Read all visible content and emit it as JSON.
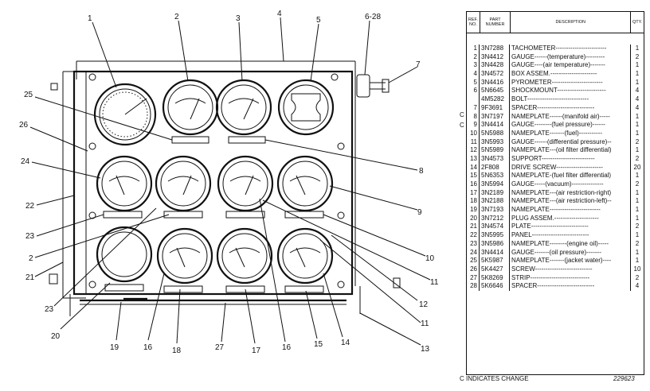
{
  "callouts": {
    "n1": "1",
    "n2": "2",
    "n3": "3",
    "n4": "4",
    "n5": "5",
    "n6_28": "6-28",
    "n7": "7",
    "n8": "8",
    "n9": "9",
    "n10": "10",
    "n11a": "11",
    "n11b": "11",
    "n12": "12",
    "n13": "13",
    "n14": "14",
    "n15": "15",
    "n16a": "16",
    "n16b": "16",
    "n17": "17",
    "n18": "18",
    "n19": "19",
    "n20": "20",
    "n21": "21",
    "n22": "22",
    "n23a": "23",
    "n23b": "23",
    "n24": "24",
    "n25": "25",
    "n26": "26",
    "n27": "27",
    "n2b": "2"
  },
  "parts_table": {
    "headers": {
      "ref": "REF. NO.",
      "part": "PART NUMBER",
      "desc": "DESCRIPTION",
      "qty": "QTY."
    },
    "rows": [
      {
        "ref": "1",
        "pn": "3N7288",
        "desc": "TACHOMETER------------------------",
        "qty": "1"
      },
      {
        "ref": "2",
        "pn": "3N4412",
        "desc": "GAUGE------(temperature)---------",
        "qty": "2"
      },
      {
        "ref": "3",
        "pn": "3N4428",
        "desc": "GAUGE----(air temperature)-------",
        "qty": "1"
      },
      {
        "ref": "4",
        "pn": "3N4572",
        "desc": "BOX ASSEM.----------------------",
        "qty": "1"
      },
      {
        "ref": "5",
        "pn": "3N4416",
        "desc": "PYROMETER------------------------",
        "qty": "1"
      },
      {
        "ref": "6",
        "pn": "5N6645",
        "desc": "SHOCKMOUNT-----------------------",
        "qty": "4"
      },
      {
        "ref": "",
        "pn": "4M5282",
        "desc": "BOLT-----------------------------",
        "qty": "4"
      },
      {
        "ref": "7",
        "pn": "9F3691",
        "desc": "SPACER---------------------------",
        "qty": "4"
      },
      {
        "ref": "8",
        "pn": "3N7197",
        "desc": "NAMEPLATE------(manifold air)-----",
        "qty": "1"
      },
      {
        "ref": "9",
        "pn": "3N4414",
        "desc": "GAUGE--------(fuel pressure)------",
        "qty": "1"
      },
      {
        "ref": "10",
        "pn": "5N5988",
        "desc": "NAMEPLATE-------(fuel)-----------",
        "qty": "1"
      },
      {
        "ref": "11",
        "pn": "3N5993",
        "desc": "GAUGE------(differential pressure)--",
        "qty": "2"
      },
      {
        "ref": "12",
        "pn": "5N5989",
        "desc": "NAMEPLATE---(oil filter differential)",
        "qty": "1"
      },
      {
        "ref": "13",
        "pn": "3N4573",
        "desc": "SUPPORT-------------------------",
        "qty": "2"
      },
      {
        "ref": "14",
        "pn": "2F808",
        "desc": "DRIVE SCREW----------------------",
        "qty": "20"
      },
      {
        "ref": "15",
        "pn": "5N6353",
        "desc": "NAMEPLATE-(fuel filter differential)",
        "qty": "1"
      },
      {
        "ref": "16",
        "pn": "3N5994",
        "desc": "GAUGE-----(vacuum)---------------",
        "qty": "2"
      },
      {
        "ref": "17",
        "pn": "3N2189",
        "desc": "NAMEPLATE---(air restriction-right)",
        "qty": "1"
      },
      {
        "ref": "18",
        "pn": "3N2188",
        "desc": "NAMEPLATE---(air restriction-left)--",
        "qty": "1"
      },
      {
        "ref": "19",
        "pn": "3N7193",
        "desc": "NAMEPLATE------------------------",
        "qty": "1"
      },
      {
        "ref": "20",
        "pn": "3N7212",
        "desc": "PLUG ASSEM.---------------------",
        "qty": "1"
      },
      {
        "ref": "21",
        "pn": "3N4574",
        "desc": "PLATE---------------------------",
        "qty": "2"
      },
      {
        "ref": "22",
        "pn": "3N5995",
        "desc": "PANEL---------------------------",
        "qty": "1"
      },
      {
        "ref": "23",
        "pn": "3N5986",
        "desc": "NAMEPLATE--------(engine oil)-----",
        "qty": "2"
      },
      {
        "ref": "24",
        "pn": "3N4414",
        "desc": "GAUGE-------(oil pressure)-------",
        "qty": "1"
      },
      {
        "ref": "25",
        "pn": "5K5987",
        "desc": "NAMEPLATE-------(jacket water)----",
        "qty": "1"
      },
      {
        "ref": "26",
        "pn": "5K4427",
        "desc": "SCREW---------------------------",
        "qty": "10"
      },
      {
        "ref": "27",
        "pn": "5K8269",
        "desc": "STRIP----------------------------",
        "qty": "2"
      },
      {
        "ref": "28",
        "pn": "5K6646",
        "desc": "SPACER---------------------------",
        "qty": "4"
      }
    ]
  },
  "change_marks": {
    "c1": "C",
    "c2": "C"
  },
  "footer": {
    "note": "C  INDICATES CHANGE",
    "figure_no": "229623"
  }
}
